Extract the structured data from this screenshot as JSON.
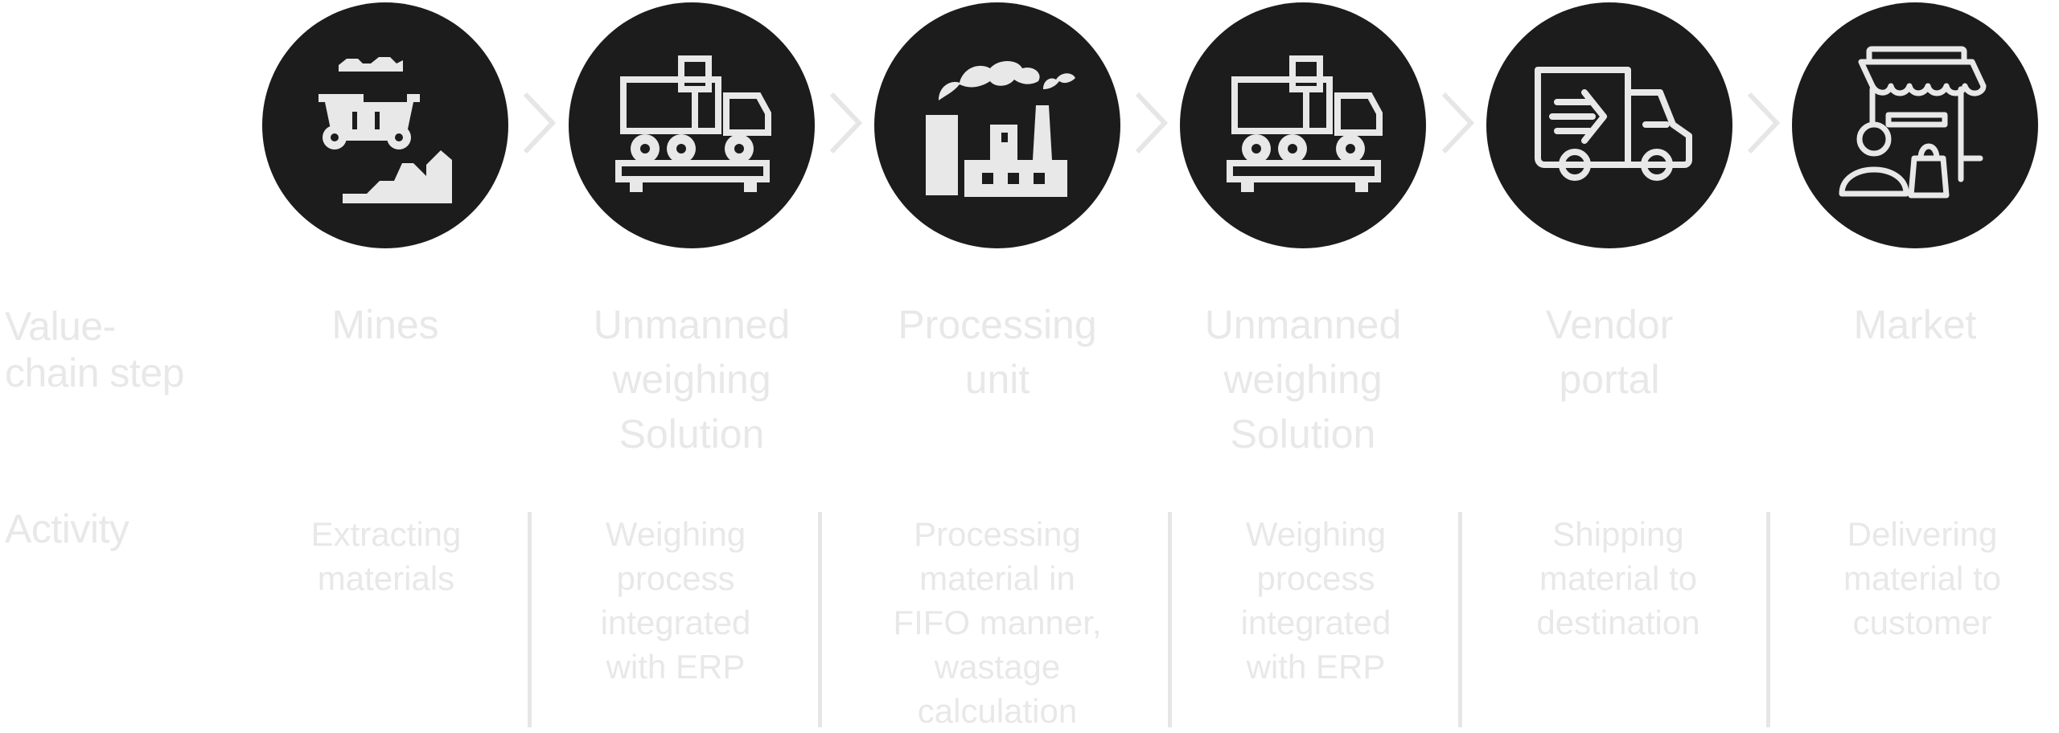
{
  "rows": {
    "step_label": "Value-\nchain step",
    "activity_label": "Activity"
  },
  "colors": {
    "circle": "#1c1c1c",
    "icon": "#e8e8e8",
    "text": "#e8e8e8",
    "divider": "#e6e6e6"
  },
  "steps": [
    {
      "name": "Mines",
      "activity": "Extracting\nmaterials",
      "icon": "mining-cart-icon"
    },
    {
      "name": "Unmanned\nweighing\nSolution",
      "activity": "Weighing\nprocess\nintegrated\nwith ERP",
      "icon": "truck-weighbridge-icon"
    },
    {
      "name": "Processing\nunit",
      "activity": "Processing\nmaterial in\nFIFO manner,\nwastage\ncalculation",
      "icon": "factory-icon"
    },
    {
      "name": "Unmanned\nweighing\nSolution",
      "activity": "Weighing\nprocess\nintegrated\nwith ERP",
      "icon": "truck-weighbridge-icon"
    },
    {
      "name": "Vendor\nportal",
      "activity": "Shipping\nmaterial to\ndestination",
      "icon": "delivery-truck-icon"
    },
    {
      "name": "Market",
      "activity": "Delivering\nmaterial to\ncustomer",
      "icon": "market-store-icon"
    }
  ]
}
